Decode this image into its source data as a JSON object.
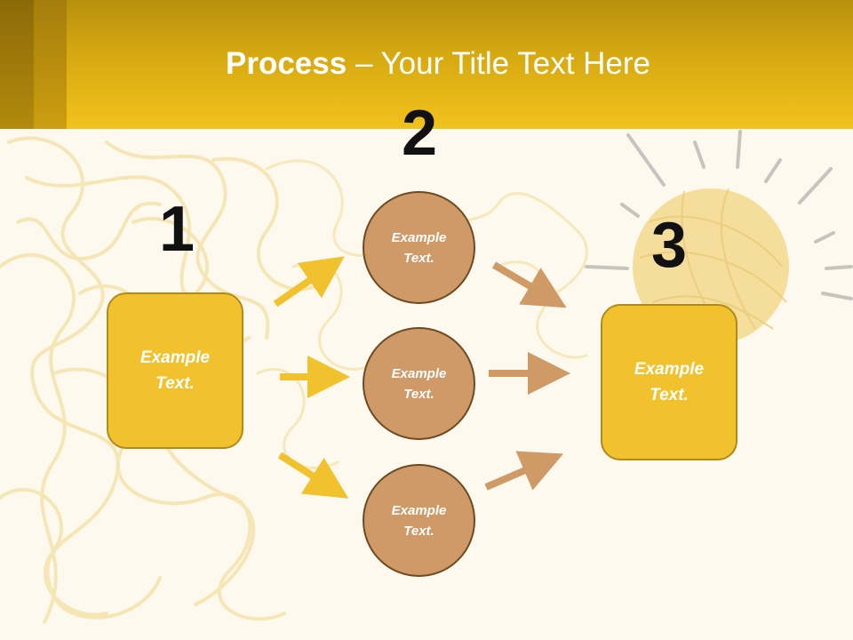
{
  "title": {
    "bold": "Process",
    "rest": " – Your Title Text Here"
  },
  "steps": {
    "one": {
      "number": "1",
      "text": "Example Text."
    },
    "two": {
      "number": "2"
    },
    "three": {
      "number": "3",
      "text": "Example Text."
    }
  },
  "circles": [
    {
      "text": "Example Text."
    },
    {
      "text": "Example Text."
    },
    {
      "text": "Example Text."
    }
  ],
  "colors": {
    "header": "#f2c21c",
    "box_fill": "#f2c12e",
    "circle_fill": "#d09a68",
    "arrow_yellow": "#f2c12e",
    "arrow_tan": "#cf9a66"
  }
}
